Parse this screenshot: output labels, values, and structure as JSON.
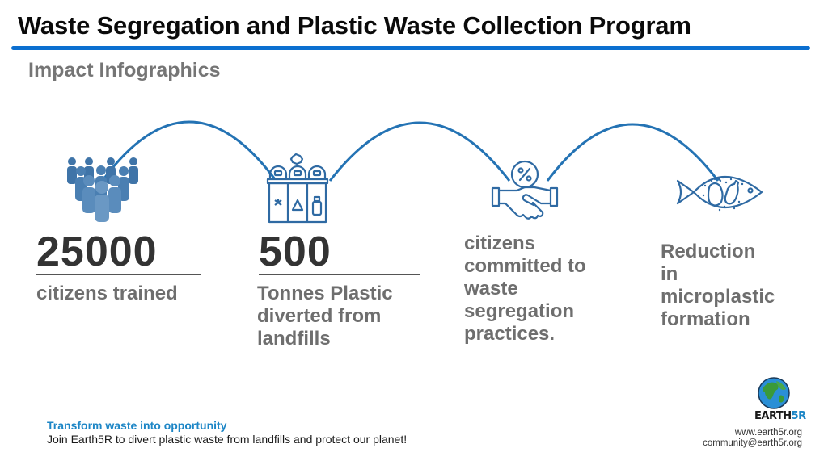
{
  "header": {
    "title": "Waste Segregation and Plastic Waste Collection Program",
    "subtitle": "Impact Infographics",
    "accent_color": "#0b6fd0"
  },
  "stats": [
    {
      "icon": "people-group-icon",
      "number": "25000",
      "label_lines": [
        "citizens trained"
      ]
    },
    {
      "icon": "recycling-bins-icon",
      "number": "500",
      "label_lines": [
        "Tonnes Plastic",
        "diverted from",
        "landfills"
      ]
    },
    {
      "icon": "handshake-percent-icon",
      "number": "",
      "label_lines": [
        "citizens",
        "committed to",
        "waste",
        "segregation",
        "practices."
      ]
    },
    {
      "icon": "fish-microplastic-icon",
      "number": "",
      "label_lines": [
        "Reduction",
        "in",
        "microplastic",
        "formation"
      ]
    }
  ],
  "footer": {
    "tagline": "Transform waste into opportunity",
    "text": "Join Earth5R to divert plastic waste from landfills and protect our planet!",
    "logo_text_main": "EARTH",
    "logo_text_accent": "5R",
    "website": "www.earth5r.org",
    "email": "community@earth5r.org"
  },
  "colors": {
    "icon_blue": "#2f6aa3",
    "people_blue": "#3f74a8",
    "number_dark": "#333333",
    "label_gray": "#6e6e6e",
    "tagline_blue": "#1d86c6"
  }
}
